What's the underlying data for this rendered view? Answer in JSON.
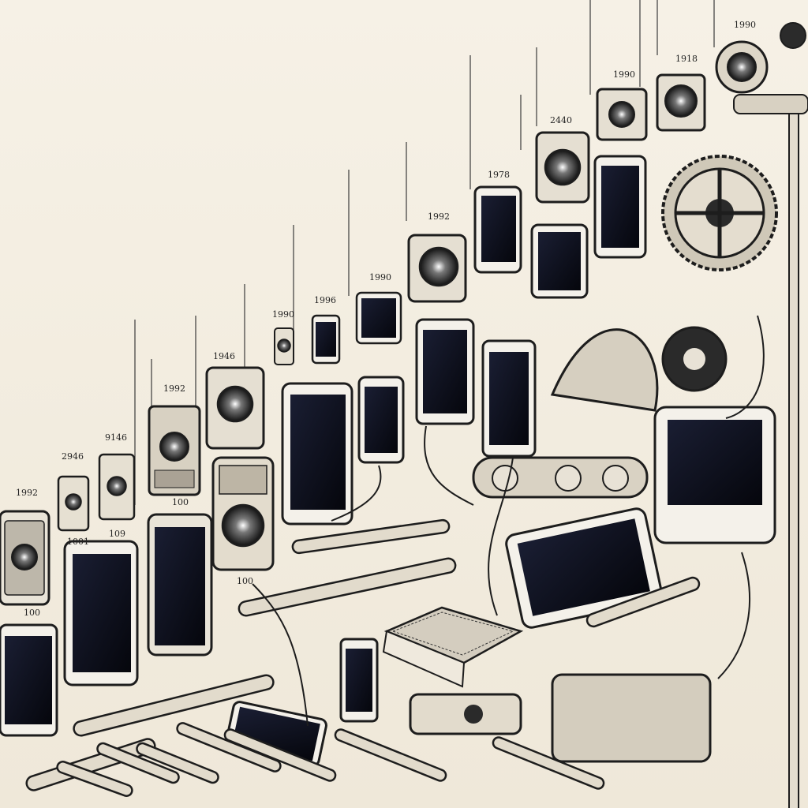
{
  "labels": [
    {
      "id": "l1",
      "text": "1992"
    },
    {
      "id": "l2",
      "text": "2946"
    },
    {
      "id": "l3",
      "text": "9146"
    },
    {
      "id": "l4",
      "text": "1992"
    },
    {
      "id": "l5",
      "text": "1946"
    },
    {
      "id": "l6",
      "text": "1990"
    },
    {
      "id": "l7",
      "text": "1996"
    },
    {
      "id": "l8",
      "text": "1990"
    },
    {
      "id": "l9",
      "text": "1992"
    },
    {
      "id": "l10",
      "text": "1978"
    },
    {
      "id": "l11",
      "text": "2440"
    },
    {
      "id": "l12",
      "text": "1990"
    },
    {
      "id": "l13",
      "text": "1918"
    },
    {
      "id": "l14",
      "text": "1990"
    },
    {
      "id": "l15",
      "text": "100"
    },
    {
      "id": "l16",
      "text": "109"
    },
    {
      "id": "l17",
      "text": "100"
    },
    {
      "id": "l18",
      "text": "100"
    },
    {
      "id": "l19",
      "text": "1001"
    }
  ],
  "colors": {
    "paper": "#f3eee2",
    "ink": "#1d1d1d",
    "screen": "#0d0f1a",
    "shadow": "#d9d2c3"
  }
}
